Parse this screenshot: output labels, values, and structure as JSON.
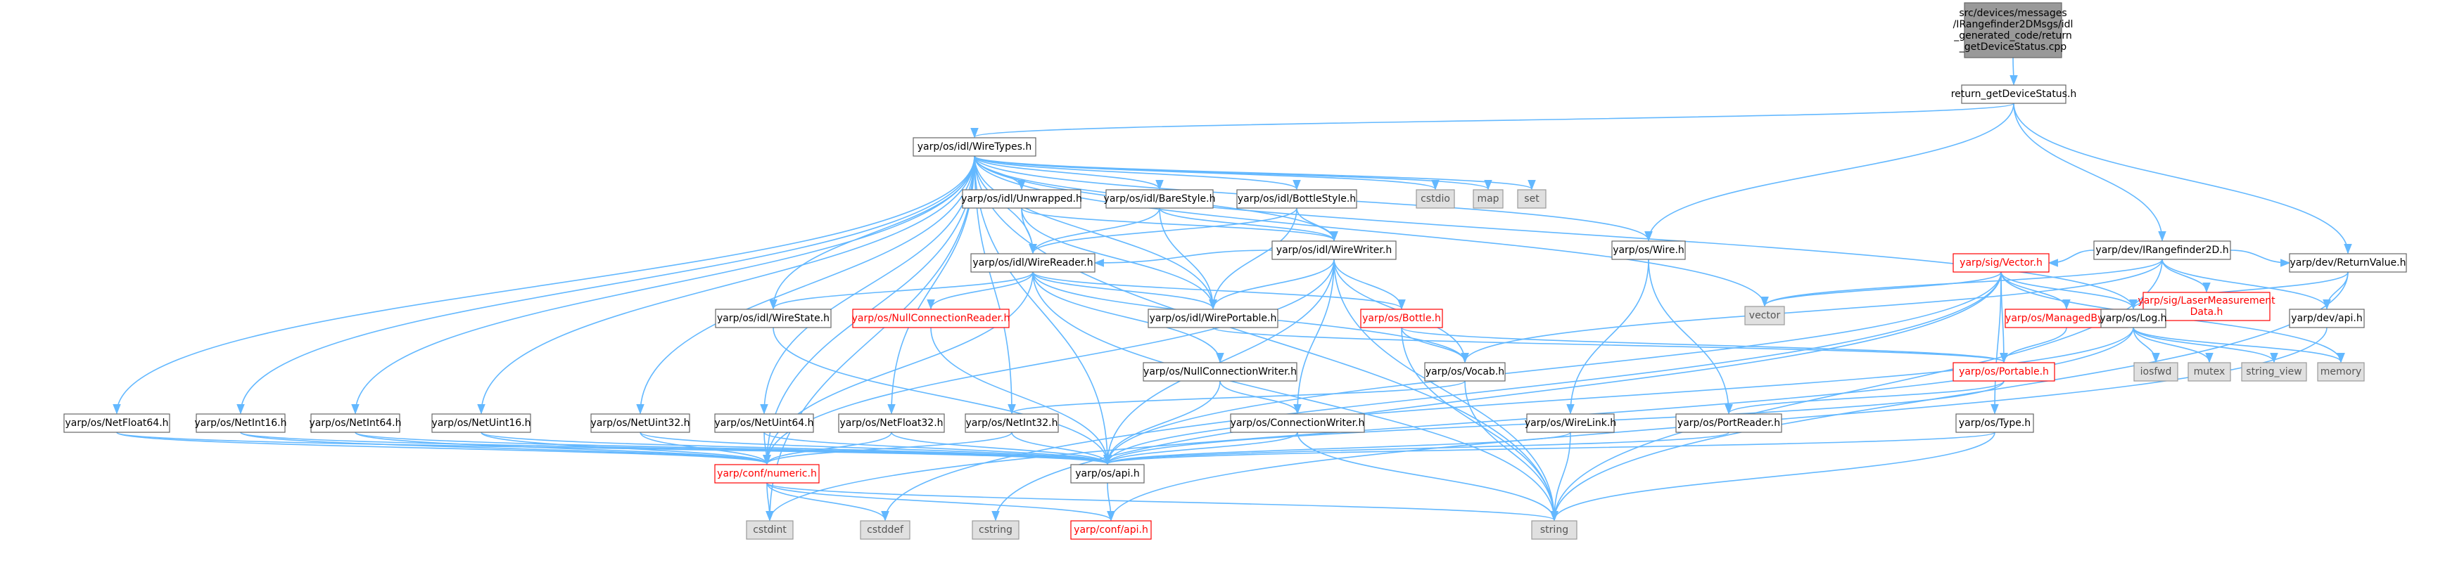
{
  "colors": {
    "edge": "#63b8ff",
    "normal_fill": "#ffffff",
    "normal_stroke": "#666666",
    "normal_text": "#000000",
    "root_fill": "#999999",
    "root_stroke": "#666666",
    "system_fill": "#e0e0e0",
    "system_stroke": "#999999",
    "system_text": "#555555",
    "truncated_stroke": "#ff0000",
    "truncated_text": "#ff0000"
  },
  "nodes": [
    {
      "id": "root",
      "lines": [
        "src/devices/messages",
        "/IRangefinder2DMsgs/idl",
        "_generated_code/return",
        "_getDeviceStatus.cpp"
      ],
      "kind": "root"
    },
    {
      "id": "ret",
      "lines": [
        "return_getDeviceStatus.h"
      ],
      "kind": "normal"
    },
    {
      "id": "wiretypes",
      "lines": [
        "yarp/os/idl/WireTypes.h"
      ],
      "kind": "normal"
    },
    {
      "id": "irange",
      "lines": [
        "yarp/dev/IRangefinder2D.h"
      ],
      "kind": "normal"
    },
    {
      "id": "unwrapped",
      "lines": [
        "yarp/os/idl/Unwrapped.h"
      ],
      "kind": "normal"
    },
    {
      "id": "barestyle",
      "lines": [
        "yarp/os/idl/BareStyle.h"
      ],
      "kind": "normal"
    },
    {
      "id": "bottlestyle",
      "lines": [
        "yarp/os/idl/BottleStyle.h"
      ],
      "kind": "normal"
    },
    {
      "id": "cstdio",
      "lines": [
        "cstdio"
      ],
      "kind": "system"
    },
    {
      "id": "map",
      "lines": [
        "map"
      ],
      "kind": "system"
    },
    {
      "id": "set",
      "lines": [
        "set"
      ],
      "kind": "system"
    },
    {
      "id": "wire",
      "lines": [
        "yarp/os/Wire.h"
      ],
      "kind": "normal"
    },
    {
      "id": "wirewriter",
      "lines": [
        "yarp/os/idl/WireWriter.h"
      ],
      "kind": "normal"
    },
    {
      "id": "wirereader",
      "lines": [
        "yarp/os/idl/WireReader.h"
      ],
      "kind": "normal"
    },
    {
      "id": "sigvector",
      "lines": [
        "yarp/sig/Vector.h"
      ],
      "kind": "truncated"
    },
    {
      "id": "lasermeas",
      "lines": [
        "yarp/sig/LaserMeasurement",
        "Data.h"
      ],
      "kind": "truncated"
    },
    {
      "id": "retval",
      "lines": [
        "yarp/dev/ReturnValue.h"
      ],
      "kind": "normal"
    },
    {
      "id": "vector",
      "lines": [
        "vector"
      ],
      "kind": "system"
    },
    {
      "id": "wirestate",
      "lines": [
        "yarp/os/idl/WireState.h"
      ],
      "kind": "normal"
    },
    {
      "id": "nullconnreader",
      "lines": [
        "yarp/os/NullConnectionReader.h"
      ],
      "kind": "truncated"
    },
    {
      "id": "wireportable",
      "lines": [
        "yarp/os/idl/WirePortable.h"
      ],
      "kind": "normal"
    },
    {
      "id": "bottle",
      "lines": [
        "yarp/os/Bottle.h"
      ],
      "kind": "truncated"
    },
    {
      "id": "managedbytes",
      "lines": [
        "yarp/os/ManagedBytes.h"
      ],
      "kind": "truncated"
    },
    {
      "id": "log",
      "lines": [
        "yarp/os/Log.h"
      ],
      "kind": "normal"
    },
    {
      "id": "devapi",
      "lines": [
        "yarp/dev/api.h"
      ],
      "kind": "normal"
    },
    {
      "id": "nullconnwriter",
      "lines": [
        "yarp/os/NullConnectionWriter.h"
      ],
      "kind": "normal"
    },
    {
      "id": "vocab",
      "lines": [
        "yarp/os/Vocab.h"
      ],
      "kind": "normal"
    },
    {
      "id": "portable",
      "lines": [
        "yarp/os/Portable.h"
      ],
      "kind": "truncated"
    },
    {
      "id": "iosfwd",
      "lines": [
        "iosfwd"
      ],
      "kind": "system"
    },
    {
      "id": "mutex",
      "lines": [
        "mutex"
      ],
      "kind": "system"
    },
    {
      "id": "string_view",
      "lines": [
        "string_view"
      ],
      "kind": "system"
    },
    {
      "id": "memory",
      "lines": [
        "memory"
      ],
      "kind": "system"
    },
    {
      "id": "netfloat64",
      "lines": [
        "yarp/os/NetFloat64.h"
      ],
      "kind": "normal"
    },
    {
      "id": "netint16",
      "lines": [
        "yarp/os/NetInt16.h"
      ],
      "kind": "normal"
    },
    {
      "id": "netint64",
      "lines": [
        "yarp/os/NetInt64.h"
      ],
      "kind": "normal"
    },
    {
      "id": "netuint16",
      "lines": [
        "yarp/os/NetUint16.h"
      ],
      "kind": "normal"
    },
    {
      "id": "netuint32",
      "lines": [
        "yarp/os/NetUint32.h"
      ],
      "kind": "normal"
    },
    {
      "id": "netuint64",
      "lines": [
        "yarp/os/NetUint64.h"
      ],
      "kind": "normal"
    },
    {
      "id": "netfloat32",
      "lines": [
        "yarp/os/NetFloat32.h"
      ],
      "kind": "normal"
    },
    {
      "id": "netint32",
      "lines": [
        "yarp/os/NetInt32.h"
      ],
      "kind": "normal"
    },
    {
      "id": "connwriter",
      "lines": [
        "yarp/os/ConnectionWriter.h"
      ],
      "kind": "normal"
    },
    {
      "id": "wirelink",
      "lines": [
        "yarp/os/WireLink.h"
      ],
      "kind": "normal"
    },
    {
      "id": "portreader",
      "lines": [
        "yarp/os/PortReader.h"
      ],
      "kind": "normal"
    },
    {
      "id": "type",
      "lines": [
        "yarp/os/Type.h"
      ],
      "kind": "normal"
    },
    {
      "id": "numeric",
      "lines": [
        "yarp/conf/numeric.h"
      ],
      "kind": "truncated"
    },
    {
      "id": "osapi",
      "lines": [
        "yarp/os/api.h"
      ],
      "kind": "normal"
    },
    {
      "id": "cstdint",
      "lines": [
        "cstdint"
      ],
      "kind": "system"
    },
    {
      "id": "cstddef",
      "lines": [
        "cstddef"
      ],
      "kind": "system"
    },
    {
      "id": "cstring",
      "lines": [
        "cstring"
      ],
      "kind": "system"
    },
    {
      "id": "confapi",
      "lines": [
        "yarp/conf/api.h"
      ],
      "kind": "truncated"
    },
    {
      "id": "string",
      "lines": [
        "string"
      ],
      "kind": "system"
    }
  ],
  "edges": [
    [
      "root",
      "ret"
    ],
    [
      "ret",
      "wiretypes"
    ],
    [
      "ret",
      "irange"
    ],
    [
      "ret",
      "wire"
    ],
    [
      "ret",
      "retval"
    ],
    [
      "wiretypes",
      "unwrapped"
    ],
    [
      "wiretypes",
      "barestyle"
    ],
    [
      "wiretypes",
      "bottlestyle"
    ],
    [
      "wiretypes",
      "cstdio"
    ],
    [
      "wiretypes",
      "map"
    ],
    [
      "wiretypes",
      "set"
    ],
    [
      "wiretypes",
      "wire"
    ],
    [
      "wiretypes",
      "wirewriter"
    ],
    [
      "wiretypes",
      "wirereader"
    ],
    [
      "wiretypes",
      "vector"
    ],
    [
      "wiretypes",
      "wirestate"
    ],
    [
      "wiretypes",
      "wireportable"
    ],
    [
      "wiretypes",
      "log"
    ],
    [
      "wiretypes",
      "netfloat64"
    ],
    [
      "wiretypes",
      "netint16"
    ],
    [
      "wiretypes",
      "netint64"
    ],
    [
      "wiretypes",
      "netuint16"
    ],
    [
      "wiretypes",
      "netuint32"
    ],
    [
      "wiretypes",
      "netuint64"
    ],
    [
      "wiretypes",
      "netfloat32"
    ],
    [
      "wiretypes",
      "netint32"
    ],
    [
      "wiretypes",
      "numeric"
    ],
    [
      "wiretypes",
      "osapi"
    ],
    [
      "wiretypes",
      "cstdint"
    ],
    [
      "wiretypes",
      "string"
    ],
    [
      "unwrapped",
      "wirewriter"
    ],
    [
      "unwrapped",
      "wirereader"
    ],
    [
      "unwrapped",
      "wireportable"
    ],
    [
      "barestyle",
      "wirewriter"
    ],
    [
      "barestyle",
      "wirereader"
    ],
    [
      "barestyle",
      "wireportable"
    ],
    [
      "bottlestyle",
      "wirewriter"
    ],
    [
      "bottlestyle",
      "wirereader"
    ],
    [
      "bottlestyle",
      "wireportable"
    ],
    [
      "wire",
      "wirelink"
    ],
    [
      "wire",
      "portreader"
    ],
    [
      "wirewriter",
      "wirereader"
    ],
    [
      "wirewriter",
      "wireportable"
    ],
    [
      "wirewriter",
      "bottle"
    ],
    [
      "wirewriter",
      "vocab"
    ],
    [
      "wirewriter",
      "connwriter"
    ],
    [
      "wirewriter",
      "osapi"
    ],
    [
      "wirewriter",
      "numeric"
    ],
    [
      "wirewriter",
      "string"
    ],
    [
      "wirereader",
      "wirestate"
    ],
    [
      "wirereader",
      "nullconnreader"
    ],
    [
      "wirereader",
      "wireportable"
    ],
    [
      "wirereader",
      "bottle"
    ],
    [
      "wirereader",
      "nullconnwriter"
    ],
    [
      "wirereader",
      "vocab"
    ],
    [
      "wirereader",
      "numeric"
    ],
    [
      "wirereader",
      "string"
    ],
    [
      "irange",
      "sigvector"
    ],
    [
      "irange",
      "lasermeas"
    ],
    [
      "irange",
      "retval"
    ],
    [
      "irange",
      "vector"
    ],
    [
      "irange",
      "vocab"
    ],
    [
      "irange",
      "string"
    ],
    [
      "irange",
      "devapi"
    ],
    [
      "sigvector",
      "vector"
    ],
    [
      "sigvector",
      "managedbytes"
    ],
    [
      "sigvector",
      "log"
    ],
    [
      "sigvector",
      "portable"
    ],
    [
      "sigvector",
      "type"
    ],
    [
      "sigvector",
      "osapi"
    ],
    [
      "sigvector",
      "memory"
    ],
    [
      "sigvector",
      "cstddef"
    ],
    [
      "sigvector",
      "cstring"
    ],
    [
      "retval",
      "devapi"
    ],
    [
      "retval",
      "log"
    ],
    [
      "retval",
      "string"
    ],
    [
      "wirestate",
      "osapi"
    ],
    [
      "nullconnreader",
      "osapi"
    ],
    [
      "wireportable",
      "portable"
    ],
    [
      "bottle",
      "portable"
    ],
    [
      "bottle",
      "vocab"
    ],
    [
      "bottle",
      "string"
    ],
    [
      "managedbytes",
      "portable"
    ],
    [
      "log",
      "iosfwd"
    ],
    [
      "log",
      "mutex"
    ],
    [
      "log",
      "string_view"
    ],
    [
      "log",
      "memory"
    ],
    [
      "log",
      "osapi"
    ],
    [
      "log",
      "cstdint"
    ],
    [
      "devapi",
      "confapi"
    ],
    [
      "nullconnwriter",
      "connwriter"
    ],
    [
      "nullconnwriter",
      "osapi"
    ],
    [
      "vocab",
      "string"
    ],
    [
      "vocab",
      "netint32"
    ],
    [
      "portable",
      "portreader"
    ],
    [
      "portable",
      "osapi"
    ],
    [
      "netfloat64",
      "numeric"
    ],
    [
      "netfloat64",
      "osapi"
    ],
    [
      "netint16",
      "numeric"
    ],
    [
      "netint16",
      "osapi"
    ],
    [
      "netint64",
      "numeric"
    ],
    [
      "netint64",
      "osapi"
    ],
    [
      "netuint16",
      "numeric"
    ],
    [
      "netuint16",
      "osapi"
    ],
    [
      "netuint32",
      "numeric"
    ],
    [
      "netuint32",
      "osapi"
    ],
    [
      "netuint64",
      "numeric"
    ],
    [
      "netuint64",
      "osapi"
    ],
    [
      "netfloat32",
      "numeric"
    ],
    [
      "netfloat32",
      "osapi"
    ],
    [
      "netint32",
      "numeric"
    ],
    [
      "netint32",
      "osapi"
    ],
    [
      "connwriter",
      "osapi"
    ],
    [
      "connwriter",
      "string"
    ],
    [
      "wirelink",
      "osapi"
    ],
    [
      "wirelink",
      "string"
    ],
    [
      "portreader",
      "osapi"
    ],
    [
      "type",
      "osapi"
    ],
    [
      "type",
      "string"
    ],
    [
      "numeric",
      "cstdint"
    ],
    [
      "numeric",
      "cstddef"
    ],
    [
      "numeric",
      "confapi"
    ],
    [
      "numeric",
      "string"
    ],
    [
      "osapi",
      "confapi"
    ]
  ]
}
